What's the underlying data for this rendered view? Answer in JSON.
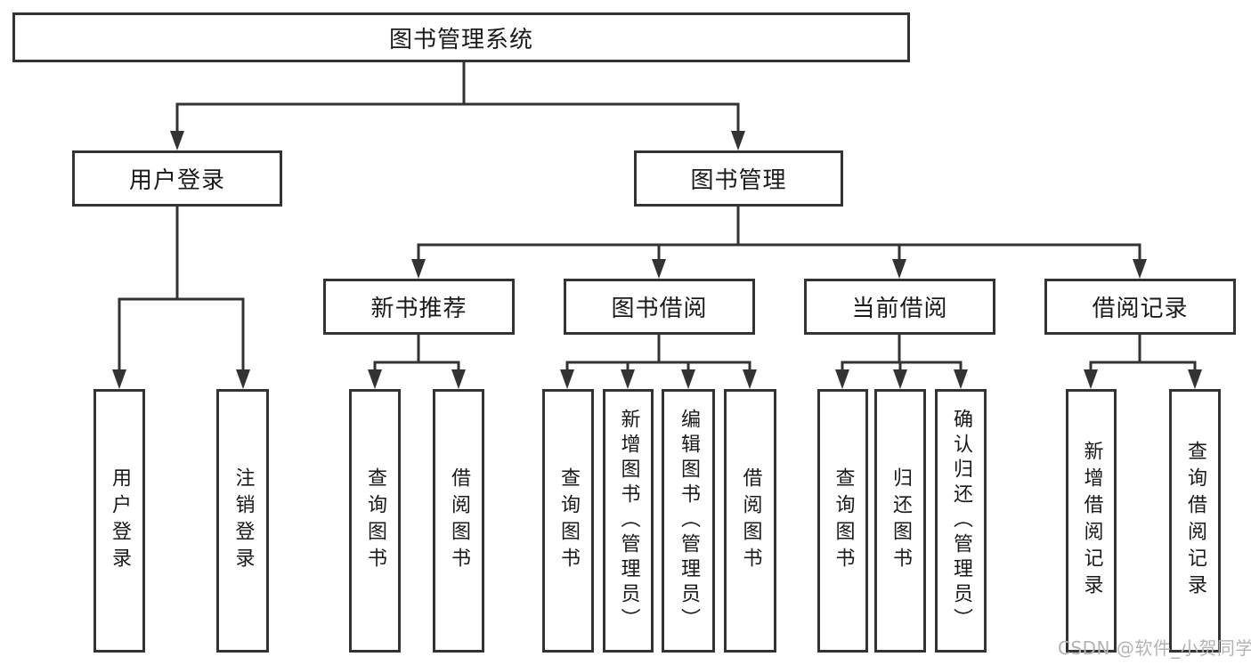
{
  "diagram": {
    "root": {
      "label": "图书管理系统"
    },
    "level2": [
      {
        "label": "用户登录"
      },
      {
        "label": "图书管理"
      }
    ],
    "level3": [
      {
        "label": "新书推荐"
      },
      {
        "label": "图书借阅"
      },
      {
        "label": "当前借阅"
      },
      {
        "label": "借阅记录"
      }
    ],
    "leaves": [
      {
        "label": "用户登录"
      },
      {
        "label": "注销登录"
      },
      {
        "label": "查询图书"
      },
      {
        "label": "借阅图书"
      },
      {
        "label": "查询图书"
      },
      {
        "label": "新增图书（管理员）"
      },
      {
        "label": "编辑图书（管理员）"
      },
      {
        "label": "借阅图书"
      },
      {
        "label": "查询图书"
      },
      {
        "label": "归还图书"
      },
      {
        "label": "确认归还（管理员）"
      },
      {
        "label": "新增借阅记录"
      },
      {
        "label": "查询借阅记录"
      }
    ]
  },
  "watermark": {
    "text": "CSDN @软件_小贺同学"
  },
  "colors": {
    "line": "#333333",
    "text": "#1a1a1a",
    "watermark": "#b3b3b3",
    "background": "#ffffff"
  }
}
